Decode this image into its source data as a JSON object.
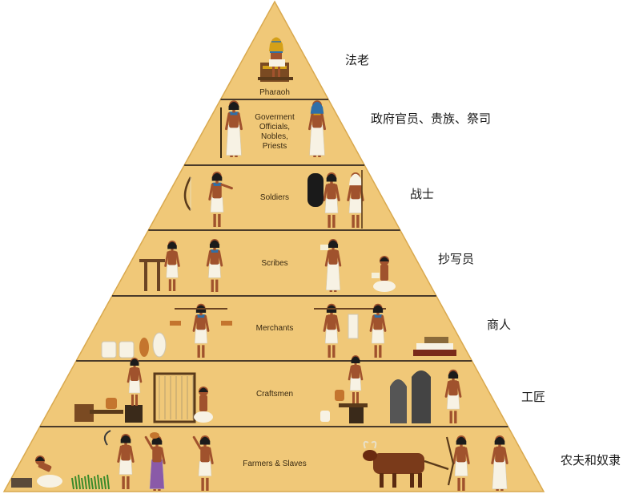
{
  "colors": {
    "pyramid_fill": "#f0c878",
    "pyramid_edge": "#d9a94f",
    "divider": "#4a3b2a",
    "skin": "#a0522d",
    "linen": "#f7f2e4",
    "hair": "#1b1b1b",
    "gold": "#d4a017",
    "blue": "#2e6fa8"
  },
  "tiers": [
    {
      "english": [
        "Pharaoh"
      ],
      "chinese": "法老",
      "icons": [
        "pharaoh-on-throne-icon"
      ]
    },
    {
      "english": [
        "Goverment",
        "Officials,",
        "Nobles,",
        "Priests"
      ],
      "chinese": "政府官员、贵族、祭司",
      "icons": [
        "official-with-staff-icon",
        "noble-icon"
      ]
    },
    {
      "english": [
        "Soldiers"
      ],
      "chinese": "战士",
      "icons": [
        "archer-icon",
        "shield-soldier-icon",
        "spear-soldier-icon"
      ]
    },
    {
      "english": [
        "Scribes"
      ],
      "chinese": "抄写员",
      "icons": [
        "writing-desk-icon",
        "scribe-standing-icon",
        "scribe-with-scroll-icon",
        "seated-scribe-icon"
      ]
    },
    {
      "english": [
        "Merchants"
      ],
      "chinese": "商人",
      "icons": [
        "jars-icon",
        "merchant-with-scales-icon",
        "merchant-carrying-goods-icon",
        "cloth-bolts-icon"
      ]
    },
    {
      "english": [
        "Craftsmen"
      ],
      "chinese": "工匠",
      "icons": [
        "pottery-table-icon",
        "loom-icon",
        "weaver-icon",
        "potter-icon",
        "stone-statues-icon",
        "sculptor-icon"
      ]
    },
    {
      "english": [
        "Farmers & Slaves"
      ],
      "chinese": "农夫和奴隶",
      "icons": [
        "grinding-woman-icon",
        "grain-sprouts-icon",
        "harvester-icon",
        "water-carrier-icon",
        "thrower-icon",
        "ox-plough-icon",
        "farmer-with-plough-icon",
        "standing-woman-icon"
      ]
    }
  ]
}
